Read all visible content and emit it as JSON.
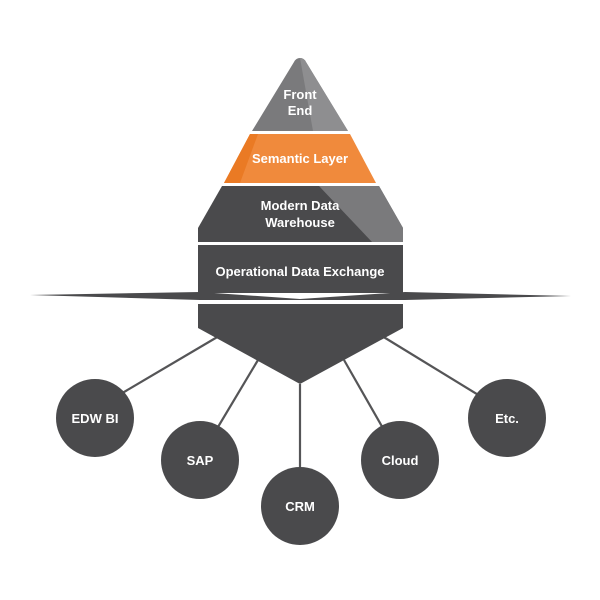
{
  "pyramid": {
    "layers": [
      {
        "lines": [
          "Front",
          "End"
        ]
      },
      {
        "lines": [
          "Semantic Layer"
        ]
      },
      {
        "lines": [
          "Modern Data",
          "Warehouse"
        ]
      },
      {
        "lines": [
          "Operational Data Exchange"
        ]
      }
    ]
  },
  "sources": [
    {
      "label": "EDW BI"
    },
    {
      "label": "SAP"
    },
    {
      "label": "CRM"
    },
    {
      "label": "Cloud"
    },
    {
      "label": "Etc."
    }
  ],
  "colors": {
    "dark": "#4a4a4c",
    "medium": "#7a7a7c",
    "light": "#8e8e90",
    "orange": "#f08a3c",
    "orange_dark": "#ea7a24",
    "connector": "#555557"
  }
}
